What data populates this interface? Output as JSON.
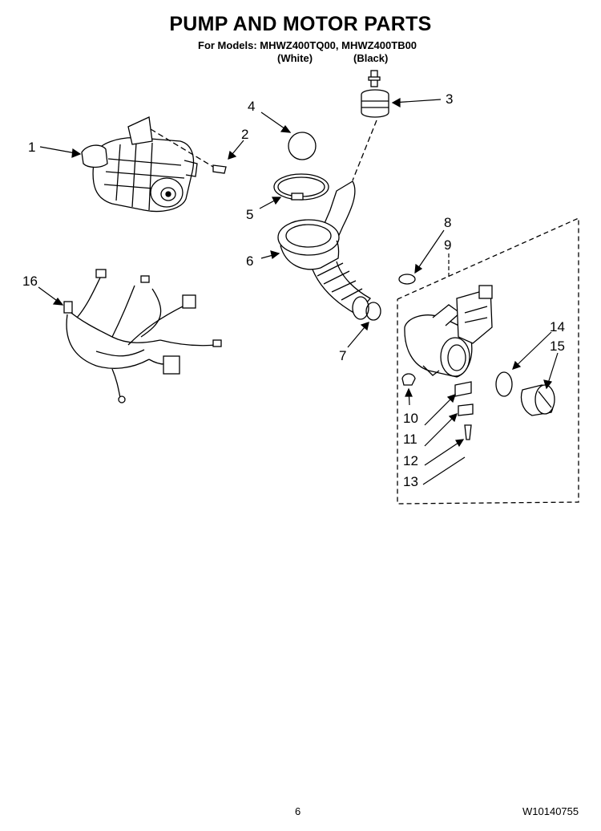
{
  "header": {
    "title": "PUMP AND MOTOR PARTS",
    "models_line": "For Models: MHWZ400TQ00, MHWZ400TB00",
    "variant_white": "(White)",
    "variant_black": "(Black)"
  },
  "callouts": [
    "1",
    "2",
    "3",
    "4",
    "5",
    "6",
    "7",
    "8",
    "9",
    "10",
    "11",
    "12",
    "13",
    "14",
    "15",
    "16"
  ],
  "footer": {
    "page_number": "6",
    "document_number": "W10140755"
  }
}
